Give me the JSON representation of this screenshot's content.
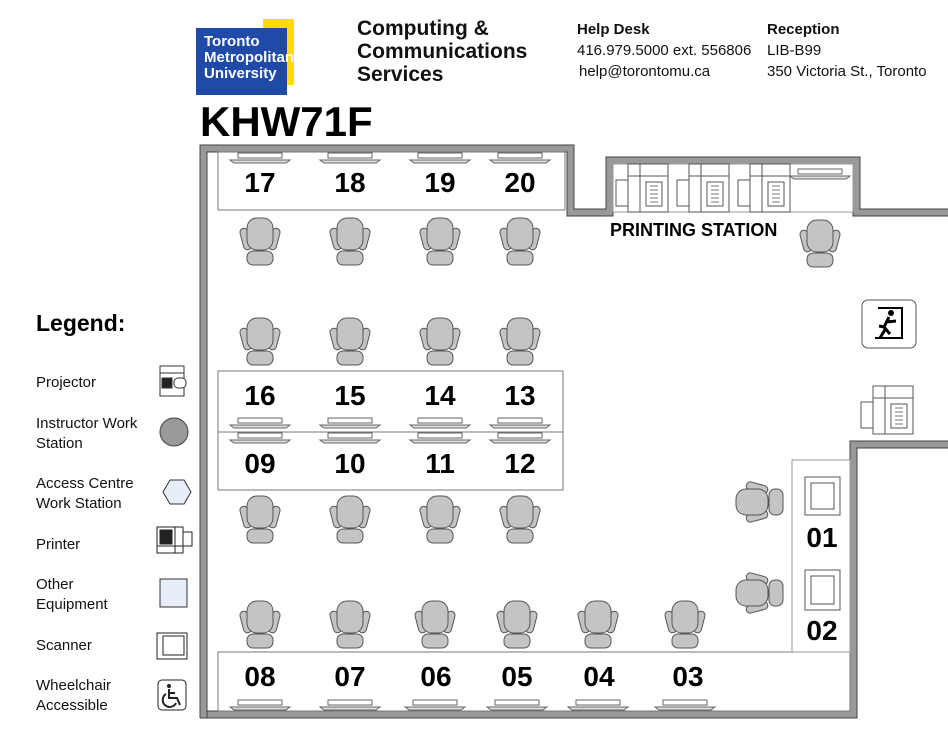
{
  "header": {
    "logo_lines": [
      "Toronto",
      "Metropolitan",
      "University"
    ],
    "department_lines": [
      "Computing &",
      "Communications",
      "Services"
    ],
    "help_desk": {
      "title": "Help Desk",
      "phone": "416.979.5000 ext. 556806",
      "email": "help@torontomu.ca"
    },
    "reception": {
      "title": "Reception",
      "room": "LIB-B99",
      "address": "350 Victoria St., Toronto"
    }
  },
  "room": {
    "title": "KHW71F"
  },
  "legend": {
    "title": "Legend:",
    "items": [
      {
        "label": "Projector",
        "icon": "projector-icon"
      },
      {
        "label": "Instructor Work Station",
        "icon": "instructor-station-icon"
      },
      {
        "label": "Access Centre Work Station",
        "icon": "access-centre-station-icon"
      },
      {
        "label": "Printer",
        "icon": "printer-icon"
      },
      {
        "label": "Other Equipment",
        "icon": "other-equipment-icon"
      },
      {
        "label": "Scanner",
        "icon": "scanner-icon"
      },
      {
        "label": "Wheelchair Accessible",
        "icon": "wheelchair-icon"
      }
    ]
  },
  "stations": {
    "top_row": [
      "17",
      "18",
      "19",
      "20"
    ],
    "middle_upper": [
      "16",
      "15",
      "14",
      "13"
    ],
    "middle_lower": [
      "09",
      "10",
      "11",
      "12"
    ],
    "bottom_row": [
      "08",
      "07",
      "06",
      "05",
      "04",
      "03"
    ],
    "right_column": [
      "01",
      "02"
    ]
  },
  "printing_station": {
    "label": "PRINTING STATION"
  },
  "colors": {
    "brand_blue": "#1f4aa8",
    "brand_yellow": "#ffdc00",
    "chair": "#c4c4c4",
    "wall": "#999999"
  }
}
